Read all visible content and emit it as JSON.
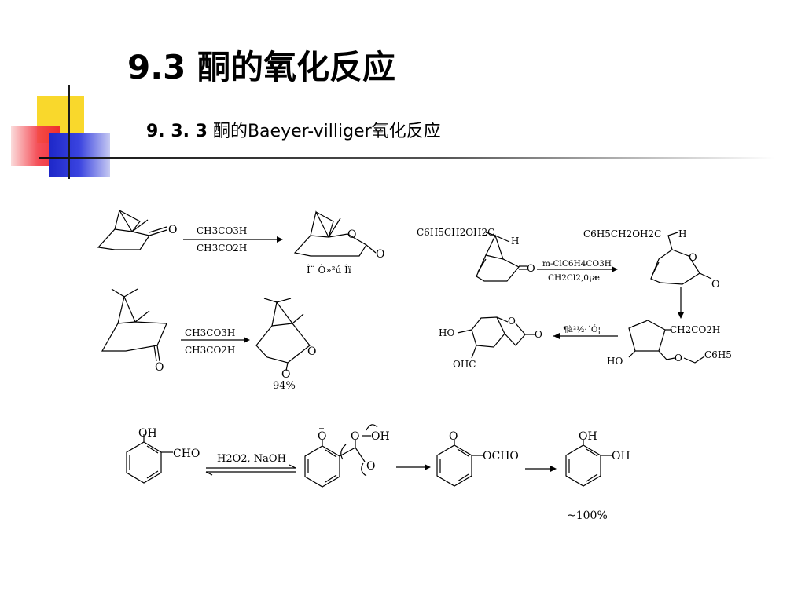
{
  "slide": {
    "title": "9.3  酮的氧化反应",
    "subtitle_number": "9. 3. 3",
    "subtitle_text": "酮的Baeyer-villiger氧化反应"
  },
  "reactions": {
    "r1": {
      "reagent_top": "CH3CO3H",
      "reagent_bottom": "CH3CO2H",
      "product_note": "Î¨ Ò»²ú Îï",
      "o_label": "O"
    },
    "r2": {
      "reagent_top": "CH3CO3H",
      "reagent_bottom": "CH3CO2H",
      "yield": "94%",
      "o_label": "O"
    },
    "r3": {
      "substituent": "C6H5CH2OH2C",
      "h_label": "H",
      "reagent_top": "m-ClC6H4CO3H",
      "reagent_bottom": "CH2Cl2,0¡æ",
      "product_substituent": "C6H5CH2OH2C",
      "o_label": "O"
    },
    "r4": {
      "side_chain": "CH2CO2H",
      "phenyl": "C6H5",
      "ho_label": "HO",
      "o_label": "O",
      "step_note": "¶à²½·´Ó¦"
    },
    "r5": {
      "ho_label": "HO",
      "ohc_label": "OHC",
      "o_label": "O"
    },
    "dakin": {
      "sub_oh": "OH",
      "sub_cho": "CHO",
      "reagent": "H2O2, NaOH",
      "int_o_minus": "O",
      "int_o": "O",
      "int_oh": "OH",
      "ester_o": "O",
      "ester_ocho": "OCHO",
      "prod_oh1": "OH",
      "prod_oh2": "OH",
      "yield": "~100%"
    }
  }
}
